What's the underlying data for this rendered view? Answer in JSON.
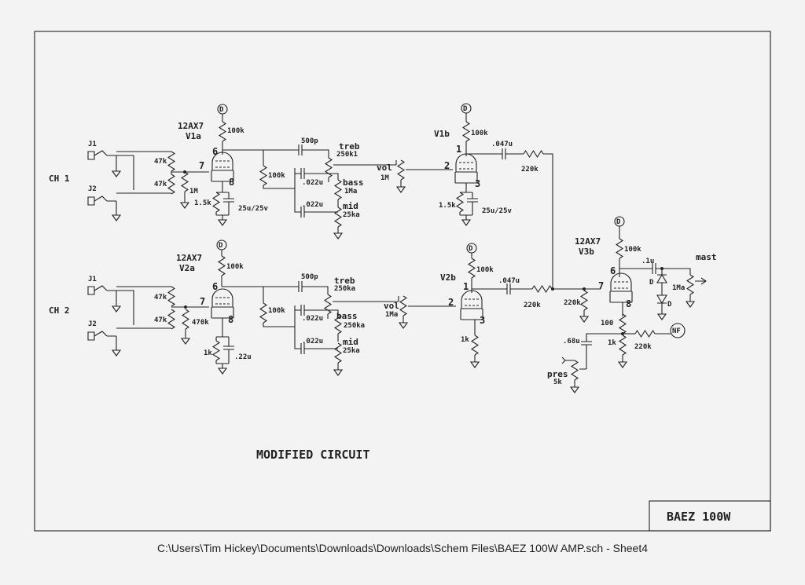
{
  "title": "MODIFIED CIRCUIT",
  "title_block": "BAEZ 100W",
  "footer_path": "C:\\Users\\Tim Hickey\\Documents\\Downloads\\Downloads\\Schem Files\\BAEZ 100W AMP.sch  -  Sheet4",
  "channels": [
    {
      "name": "CH 1",
      "jacks": [
        "J1",
        "J2"
      ],
      "input_resistors": [
        "47k",
        "47k"
      ],
      "grid_resistor": "1M",
      "tube1": {
        "type": "12AX7",
        "section": "V1a",
        "plate_pin": "6",
        "grid_pin": "7",
        "cathode_pin": "8",
        "plate_load": "100k",
        "cathode_r": "1.5k",
        "cathode_c": "25u/25v",
        "supply": "D"
      },
      "tonestack": {
        "treble_cap": "500p",
        "slope_r": "100k",
        "cap2": ".022u",
        "cap3": ".022u",
        "treb_label": "treb",
        "treb_value": "250k1",
        "bass_label": "bass",
        "bass_value": "1Ma",
        "mid_label": "mid",
        "mid_value": "25ka"
      },
      "vol": {
        "label": "vol",
        "value": "1M"
      },
      "tube2": {
        "section": "V1b",
        "plate_pin": "1",
        "grid_pin": "2",
        "cathode_pin": "3",
        "plate_load": "100k",
        "cathode_r": "1.5k",
        "cathode_c": "25u/25v",
        "supply": "D"
      },
      "coupling_cap": ".047u",
      "mix_r": "220k"
    },
    {
      "name": "CH 2",
      "jacks": [
        "J1",
        "J2"
      ],
      "input_resistors": [
        "47k",
        "47k"
      ],
      "grid_resistor": "470k",
      "tube1": {
        "type": "12AX7",
        "section": "V2a",
        "plate_pin": "6",
        "grid_pin": "7",
        "cathode_pin": "8",
        "plate_load": "100k",
        "cathode_r": "1k",
        "cathode_c": ".22u",
        "supply": "D"
      },
      "tonestack": {
        "treble_cap": "500p",
        "slope_r": "100k",
        "cap2": ".022u",
        "cap3": ".022u",
        "treb_label": "treb",
        "treb_value": "250ka",
        "bass_label": "bass",
        "bass_value": "250ka",
        "mid_label": "mid",
        "mid_value": "25ka"
      },
      "vol": {
        "label": "vol",
        "value": "1Ma"
      },
      "tube2": {
        "section": "V2b",
        "plate_pin": "1",
        "grid_pin": "2",
        "cathode_pin": "3",
        "plate_load": "100k",
        "cathode_r": "1k",
        "supply": "D"
      },
      "coupling_cap": ".047u",
      "mix_r": "220k"
    }
  ],
  "output_stage": {
    "tube": {
      "type": "12AX7",
      "section": "V3b",
      "plate_pin": "6",
      "grid_pin": "7",
      "cathode_pin": "8",
      "plate_load": "100k",
      "supply": "D"
    },
    "grid_r": "220k",
    "coupling_cap": ".1u",
    "diodes": [
      "D",
      "D"
    ],
    "master": {
      "label": "mast",
      "value": "1Ma"
    },
    "cathode_r1": "100",
    "cathode_r2": "1k",
    "nf_r": "220k",
    "nf_label": "NF",
    "pres_cap": ".68u",
    "pres": {
      "label": "pres",
      "value": "5k"
    }
  }
}
